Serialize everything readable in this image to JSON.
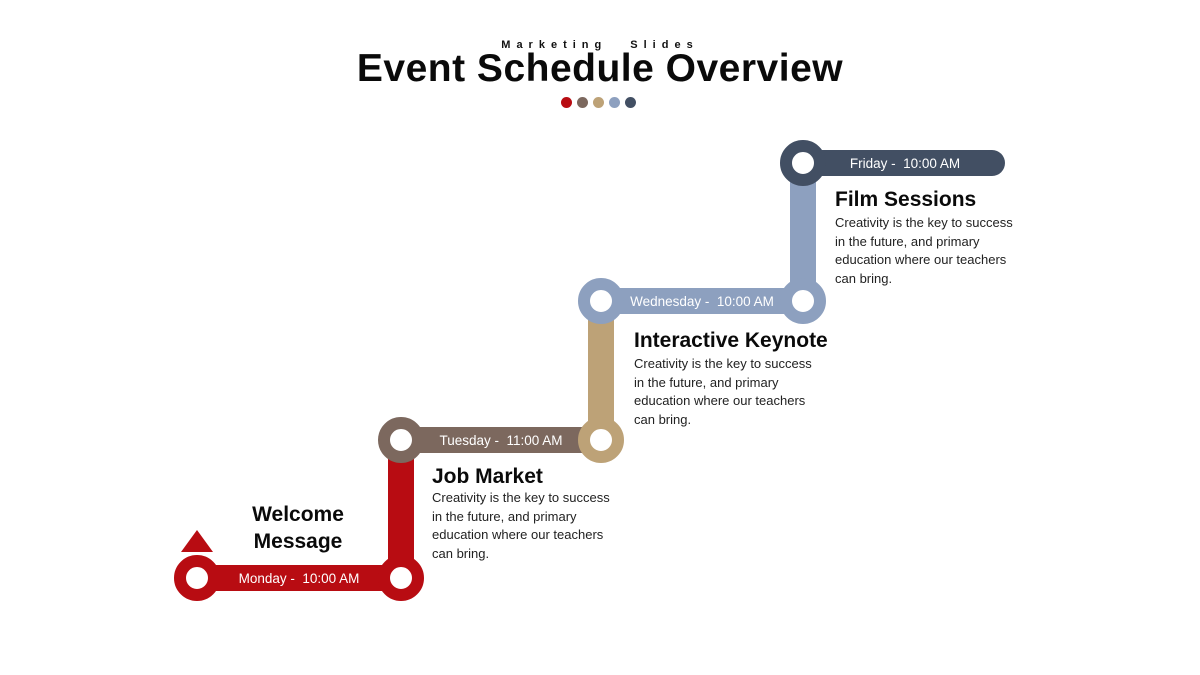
{
  "header": {
    "eyebrow": "Marketing Slides",
    "title": "Event Schedule Overview",
    "dot_colors": [
      "#B80C12",
      "#7C685E",
      "#BDA277",
      "#8DA0BF",
      "#424F63"
    ]
  },
  "palette": {
    "red": "#B80C12",
    "brown": "#7C685E",
    "tan": "#BDA277",
    "blue_gray": "#8DA0BF",
    "dark_slate": "#424F63"
  },
  "events": [
    {
      "day_time": "Monday -  10:00 AM",
      "title": "Welcome Message",
      "description": "",
      "color": "#B80C12"
    },
    {
      "day_time": "Tuesday -  11:00 AM",
      "title": "Job Market",
      "description": "Creativity is the key to success\nin the future, and primary\neducation where our teachers\ncan bring.",
      "color": "#7C685E"
    },
    {
      "day_time": "Wednesday -  10:00 AM",
      "title": "Interactive Keynote",
      "description": "Creativity is the key to success\nin the future, and primary\neducation where our teachers\ncan bring.",
      "color": "#8DA0BF"
    },
    {
      "day_time": "Friday -  10:00 AM",
      "title": "Film Sessions",
      "description": "Creativity is the key to success\nin the future, and primary\neducation where our teachers\ncan bring.",
      "color": "#424F63"
    }
  ]
}
